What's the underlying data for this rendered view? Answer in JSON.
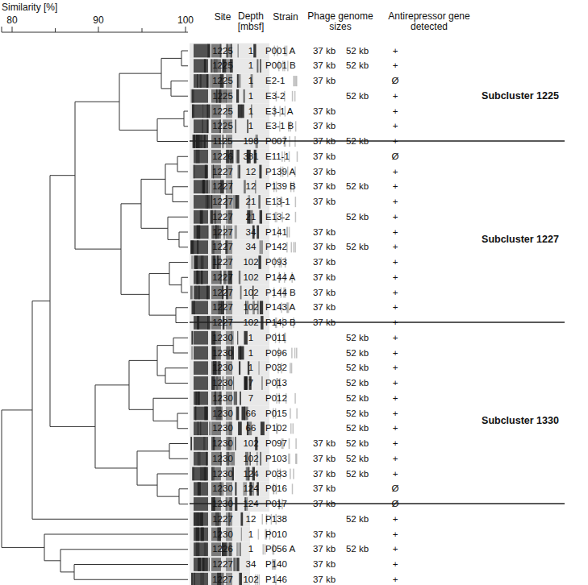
{
  "diagram": {
    "labels": [
      "Similarity [%]",
      "80",
      "90",
      "100",
      "Site",
      "Depth [mbsf]",
      "Strain",
      "Phage genome sizes",
      "Antirepressor gene detected",
      "1225",
      "1",
      "P001 A",
      "37 kb",
      "52 kb",
      "+",
      "1225",
      "1",
      "P001 B",
      "37 kb",
      "52 kb",
      "+",
      "1225",
      "1",
      "E2-1",
      "37 kb",
      "Ø",
      "1225",
      "1",
      "E3-2",
      "52 kb",
      "+",
      "1225",
      "1",
      "E3-1 A",
      "37 kb",
      "+",
      "1225",
      "1",
      "E3-1 B",
      "37 kb",
      "+",
      "1125",
      "198",
      "P007",
      "37 kb",
      "52 kb",
      "+",
      "1226",
      "381",
      "E11-1",
      "37 kb",
      "Ø",
      "1227",
      "12",
      "P139 A",
      "37 kb",
      "+",
      "1227",
      "12",
      "P139 B",
      "37 kb",
      "52 kb",
      "+",
      "1227",
      "21",
      "E13-1",
      "37 kb",
      "+",
      "1227",
      "21",
      "E13-2",
      "52 kb",
      "+",
      "1227",
      "34",
      "P141",
      "37 kb",
      "+",
      "1227",
      "34",
      "P142",
      "37 kb",
      "52 kb",
      "+",
      "1227",
      "102",
      "P093",
      "37 kb",
      "+",
      "1227",
      "102",
      "P144 A",
      "37 kb",
      "+",
      "1227",
      "102",
      "P144 B",
      "37 kb",
      "+",
      "1227",
      "102",
      "P143 A",
      "37 kb",
      "+",
      "1227",
      "102",
      "P143 B",
      "37 kb",
      "+",
      "1230",
      "1",
      "P011",
      "52 kb",
      "+",
      "1230",
      "1",
      "P096",
      "52 kb",
      "+",
      "1230",
      "1",
      "P032",
      "52 kb",
      "+",
      "1230",
      "7",
      "P013",
      "52 kb",
      "+",
      "1230",
      "7",
      "P012",
      "52 kb",
      "+",
      "1230",
      "66",
      "P015",
      "52 kb",
      "+",
      "1230",
      "66",
      "P102",
      "52 kb",
      "+",
      "1230",
      "102",
      "P097",
      "37 kb",
      "52 kb",
      "+",
      "1230",
      "102",
      "P103",
      "37 kb",
      "52 kb",
      "+",
      "1230",
      "124",
      "P033",
      "37 kb",
      "52 kb",
      "+",
      "1230",
      "124",
      "P016",
      "37 kb",
      "Ø",
      "1230",
      "124",
      "P017",
      "37 kb",
      "Ø",
      "1227",
      "12",
      "P138",
      "52 kb",
      "+",
      "1230",
      "1",
      "P010",
      "37 kb",
      "+",
      "1226",
      "1",
      "P056 A",
      "37 kb",
      "52 kb",
      "+",
      "1227",
      "34",
      "P140",
      "37 kb",
      "+",
      "1227",
      "102",
      "P146",
      "37 kb",
      "+",
      "Subcluster 1225",
      "Subcluster 1227",
      "Subcluster 1330"
    ]
  }
}
